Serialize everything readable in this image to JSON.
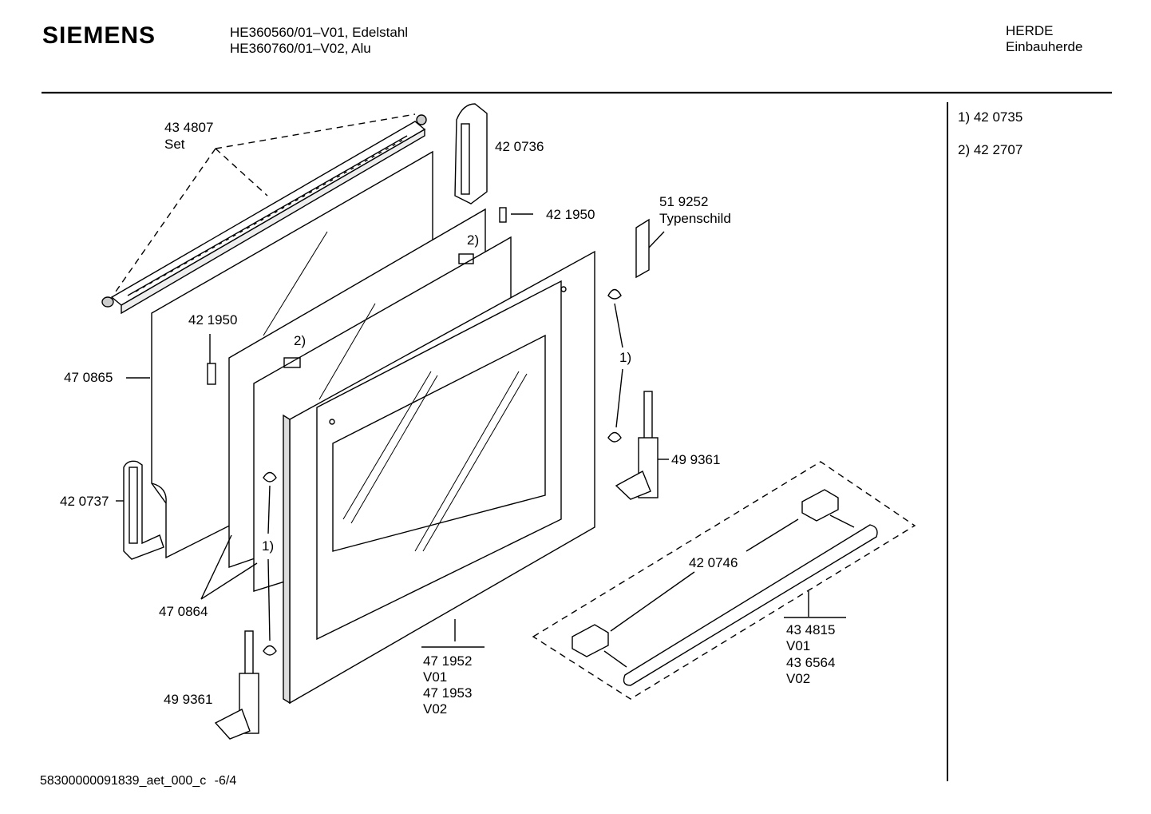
{
  "header": {
    "brand": "SIEMENS",
    "model_line_1": "HE360560/01–V01, Edelstahl",
    "model_line_2": "HE360760/01–V02, Alu",
    "category": "HERDE",
    "subcategory": "Einbauherde"
  },
  "notes": [
    {
      "text": "1) 42 0735"
    },
    {
      "text": "2) 42 2707"
    }
  ],
  "part_labels": {
    "p434807": "43 4807",
    "set": "Set",
    "p420736": "42 0736",
    "p421950_top": "42 1950",
    "p519252": "51 9252",
    "typenschild": "Typenschild",
    "note2_top": "2)",
    "p421950_left": "42 1950",
    "note2_mid": "2)",
    "p470865": "47 0865",
    "note1_right": "1)",
    "p499361_right": "49 9361",
    "p420737": "42 0737",
    "note1_left": "1)",
    "p420746": "42 0746",
    "p470864": "47 0864",
    "p434815": "43 4815",
    "v01_handle": "V01",
    "p436564": "43 6564",
    "v02_handle": "V02",
    "p471952": "47 1952",
    "v01_door": "V01",
    "p471953": "47 1953",
    "v02_door": "V02",
    "p499361_left": "49 9361"
  },
  "footer": {
    "code": "58300000091839_aet_000_c",
    "page": "-6/4"
  }
}
